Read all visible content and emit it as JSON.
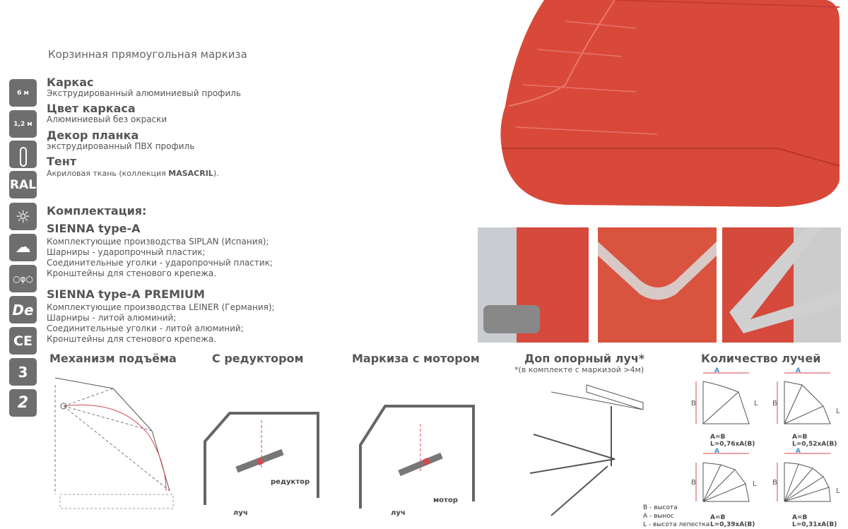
{
  "title": "Корзинная прямоугольная маркиза",
  "icons": [
    {
      "name": "width-6m-icon",
      "label": "6 м"
    },
    {
      "name": "projection-1-2m-icon",
      "label": "1,2 м"
    },
    {
      "name": "remote-control-icon"
    },
    {
      "name": "ral-icon",
      "label": "RAL"
    },
    {
      "name": "sun-icon"
    },
    {
      "name": "rain-icon"
    },
    {
      "name": "crank-icon"
    },
    {
      "name": "germany-de-icon",
      "label": "De"
    },
    {
      "name": "ce-mark-icon",
      "label": "CE"
    },
    {
      "name": "warranty-3-years-icon",
      "label": "3"
    },
    {
      "name": "wind-class-2-icon",
      "label": "2"
    }
  ],
  "specs": [
    {
      "heading": "Каркас",
      "text": "Экструдированный алюминиевый профиль"
    },
    {
      "heading": "Цвет каркаса",
      "text": "Алюминиевый без окраски"
    },
    {
      "heading": "Декор планка",
      "text": "экструдированный ПВХ профиль"
    },
    {
      "heading": "Тент",
      "text_prefix": "Акриловая ткань (коллекция ",
      "text_bold": "MASACRIL",
      "text_suffix": ")."
    }
  ],
  "kit": {
    "heading": "Комплектация:",
    "a": {
      "title": "SIENNA type-A",
      "lines": [
        "Комплектующие производства SIPLAN (Испания);",
        "Шарниры - ударопрочный пластик;",
        "Соединительные уголки - ударопрочный пластик;",
        "Кронштейны для стенового крепежа."
      ]
    },
    "premium": {
      "title": "SIENNA type-A PREMIUM",
      "lines": [
        "Комплектующие производства LEINER (Германия);",
        "Шарниры - литой алюминий;",
        "Соединительные уголки - литой алюминий;",
        "Кронштейны для стенового крепежа."
      ]
    }
  },
  "bottom": {
    "mechanism": "Механизм подъёма",
    "reducer": "С редуктором",
    "reducer_label": "редуктор",
    "ray_label": "луч",
    "motor": "Маркиза с мотором",
    "motor_label": "мотор",
    "extra_ray": "Доп опорный луч*",
    "extra_ray_note": "*(в комплекте с маркизой >4м)",
    "rays": "Количество лучей",
    "legend": [
      "B - высота",
      "A - вынос",
      "L - высота лепестка"
    ],
    "ray_diagrams": [
      {
        "eq": "A=B",
        "formula": "L=0,76xA(B)"
      },
      {
        "eq": "A=B",
        "formula": "L=0,52xA(B)"
      },
      {
        "eq": "A=B",
        "formula": "L=0,39xA(B)"
      },
      {
        "eq": "A=B",
        "formula": "L=0,31xA(B)"
      }
    ],
    "dim_a": "A",
    "dim_b": "B",
    "dim_l": "L"
  },
  "colors": {
    "awning": "#d9493a",
    "icon_bg": "#6e6e6e",
    "dim_red": "#d9464f",
    "dim_blue": "#3d8fd1"
  }
}
